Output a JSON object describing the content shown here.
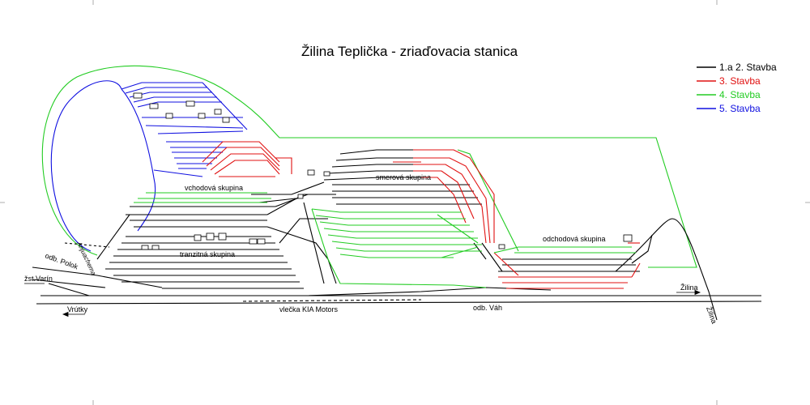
{
  "title": "Žilina Teplička - zriaďovacia stanica",
  "legend": [
    {
      "label": "1.a 2. Stavba",
      "color": "#000000"
    },
    {
      "label": "3. Stavba",
      "color": "#e01010"
    },
    {
      "label": "4. Stavba",
      "color": "#22cc22"
    },
    {
      "label": "5. Stavba",
      "color": "#1010e0"
    }
  ],
  "groups": {
    "vchodova": "vchodová skupina",
    "tranzitna": "tranzitná skupina",
    "smerova": "smerová skupina",
    "odchodova": "odchodová skupina"
  },
  "places": {
    "anjuachema": "Anjuachema",
    "odb_polok": "odb. Polok",
    "zst_varin": "žst.Varín",
    "vrutky": "Vrútky",
    "vlecka": "vlečka KIA Motors",
    "odb_vah": "odb. Váh",
    "zilina_east": "Žilina",
    "zilina_down": "Žilina"
  }
}
